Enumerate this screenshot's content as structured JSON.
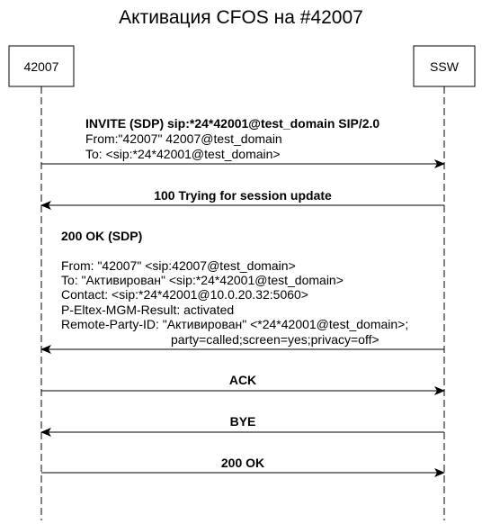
{
  "title": "Активация CFOS на #42007",
  "participants": [
    {
      "name": "42007"
    },
    {
      "name": "SSW"
    }
  ],
  "messages": [
    {
      "from": "42007",
      "to": "SSW",
      "bold_line": "INVITE (SDP) sip:*24*42001@test_domain SIP/2.0",
      "lines": [
        "From:\"42007\" 42007@test_domain",
        "To: <sip:*24*42001@test_domain>"
      ]
    },
    {
      "from": "SSW",
      "to": "42007",
      "bold_line": "100 Trying for session update",
      "lines": []
    },
    {
      "from": "SSW",
      "to": "42007",
      "bold_line": "200 OK (SDP)",
      "lines": [
        "From: \"42007\" <sip:42007@test_domain>",
        "To: \"Активирован\" <sip:*24*42001@test_domain>",
        "Contact: <sip:*24*42001@10.0.20.32:5060>",
        "P-Eltex-MGM-Result: activated",
        "Remote-Party-ID: \"Активирован\" <*24*42001@test_domain>;",
        "party=called;screen=yes;privacy=off>"
      ]
    },
    {
      "from": "42007",
      "to": "SSW",
      "bold_line": "ACK",
      "lines": []
    },
    {
      "from": "SSW",
      "to": "42007",
      "bold_line": "BYE",
      "lines": []
    },
    {
      "from": "42007",
      "to": "SSW",
      "bold_line": "200 OK",
      "lines": []
    }
  ]
}
